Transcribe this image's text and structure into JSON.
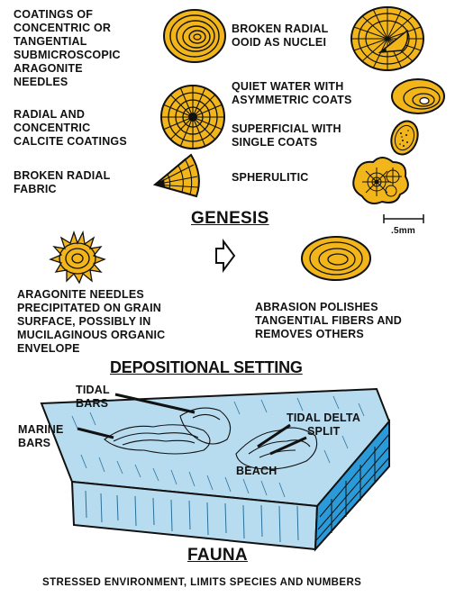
{
  "ooid_types": [
    {
      "label": "COATINGS OF\nCONCENTRIC OR\nTANGENTIAL\nSUBMICROSCOPIC\nARAGONITE\nNEEDLES"
    },
    {
      "label": "RADIAL AND\nCONCENTRIC\nCALCITE COATINGS"
    },
    {
      "label": "BROKEN RADIAL\nFABRIC"
    },
    {
      "label": "BROKEN RADIAL\nOOID AS NUCLEI"
    },
    {
      "label": "QUIET WATER WITH\nASYMMETRIC COATS"
    },
    {
      "label": "SUPERFICIAL WITH\nSINGLE COATS"
    },
    {
      "label": "SPHERULITIC"
    }
  ],
  "genesis": {
    "title": "GENESIS",
    "scale_label": ".5mm",
    "left_text": "ARAGONITE NEEDLES\nPRECIPITATED ON GRAIN\nSURFACE, POSSIBLY IN\nMUCILAGINOUS ORGANIC\nENVELOPE",
    "right_text": "ABRASION POLISHES\nTANGENTIAL FIBERS AND\nREMOVES OTHERS"
  },
  "depositional_setting": {
    "title": "DEPOSITIONAL SETTING",
    "labels": {
      "tidal_bars": "TIDAL\nBARS",
      "marine_bars": "MARINE\nBARS",
      "tidal_delta": "TIDAL DELTA",
      "split": "SPLIT",
      "beach": "BEACH"
    }
  },
  "fauna": {
    "title": "FAUNA",
    "text": "STRESSED ENVIRONMENT, LIMITS SPECIES AND NUMBERS"
  },
  "colors": {
    "ooid_fill": "#f2b61b",
    "outline": "#111111",
    "water": "#b7dcef",
    "block_side": "#2a9ad8"
  }
}
